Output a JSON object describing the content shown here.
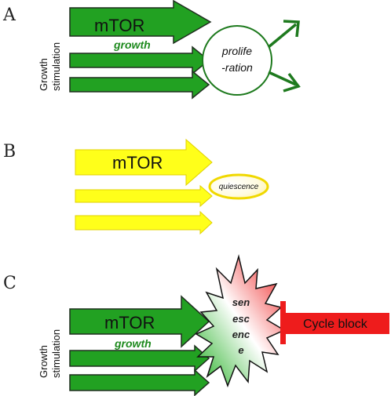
{
  "colors": {
    "green": "#22a122",
    "green_dark": "#1e7a1e",
    "green_outline": "#1f2f1f",
    "yellow": "#ffff1a",
    "yellow_outline": "#e0d000",
    "red": "#ee1c1c",
    "text": "#111111"
  },
  "panelA": {
    "letter": "A",
    "vertical_label_line1": "Growth",
    "vertical_label_line2": "stimulation",
    "arrow_main_label": "mTOR",
    "arrow_sub_label": "growth",
    "circle_line1": "prolife",
    "circle_line2": "-ration"
  },
  "panelB": {
    "letter": "B",
    "arrow_main_label": "mTOR",
    "ellipse_label": "quiescence"
  },
  "panelC": {
    "letter": "C",
    "vertical_label_line1": "Growth",
    "vertical_label_line2": "stimulation",
    "arrow_main_label": "mTOR",
    "arrow_sub_label": "growth",
    "burst_line1": "sen",
    "burst_line2": "esc",
    "burst_line3": "enc",
    "burst_line4": "e",
    "block_label": "Cycle block"
  }
}
